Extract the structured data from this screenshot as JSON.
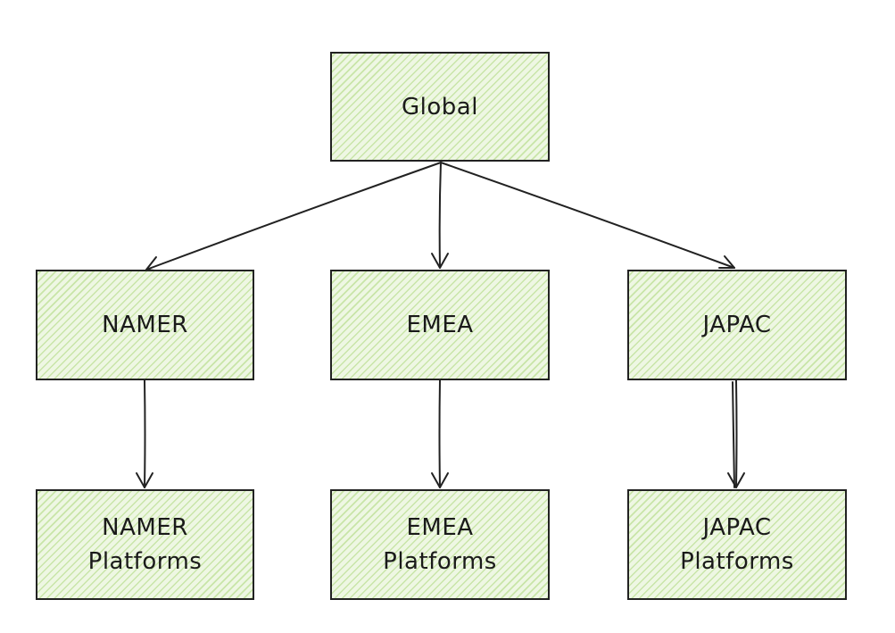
{
  "diagram": {
    "colors": {
      "node_fill": "#eef7e3",
      "hatch": "#aad678",
      "stroke": "#222222",
      "text": "#1a1a1a",
      "background": "#ffffff"
    },
    "nodes": {
      "global": {
        "label": "Global"
      },
      "namer": {
        "label": "NAMER"
      },
      "emea": {
        "label": "EMEA"
      },
      "japac": {
        "label": "JAPAC"
      },
      "namer_platforms": {
        "label": "NAMER\nPlatforms"
      },
      "emea_platforms": {
        "label": "EMEA\nPlatforms"
      },
      "japac_platforms": {
        "label": "JAPAC\nPlatforms"
      }
    },
    "edges": [
      {
        "from": "global",
        "to": "namer"
      },
      {
        "from": "global",
        "to": "emea"
      },
      {
        "from": "global",
        "to": "japac"
      },
      {
        "from": "namer",
        "to": "namer_platforms"
      },
      {
        "from": "emea",
        "to": "emea_platforms"
      },
      {
        "from": "japac",
        "to": "japac_platforms"
      }
    ]
  }
}
